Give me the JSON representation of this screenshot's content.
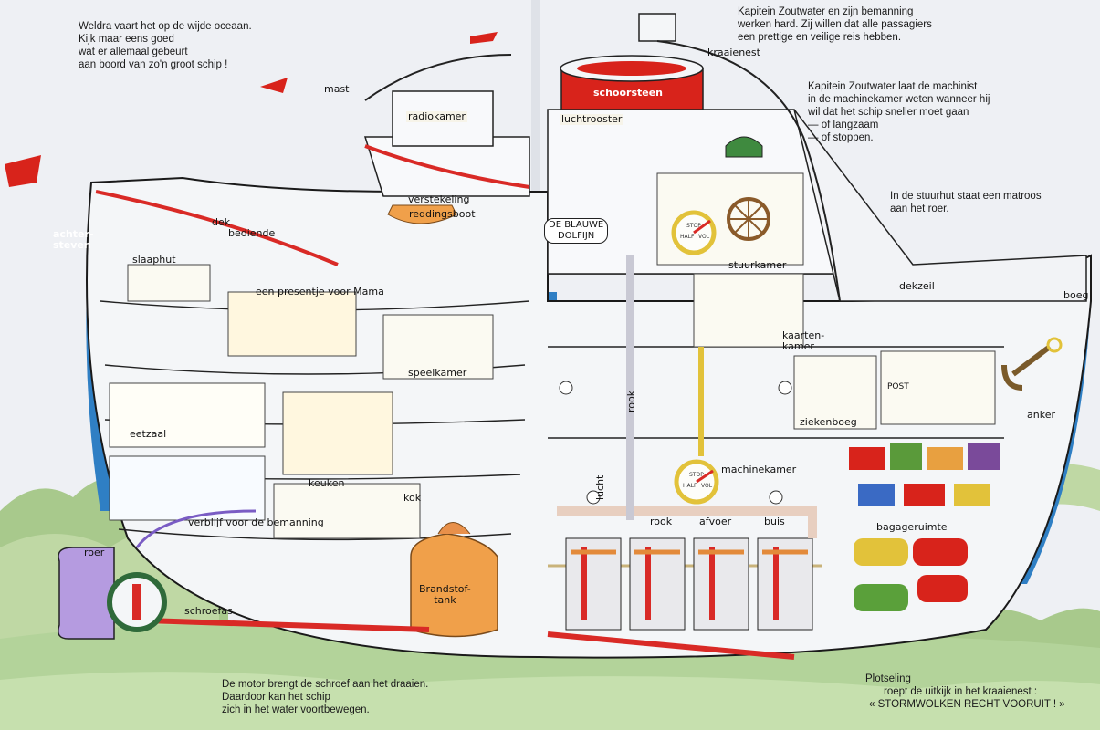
{
  "page": {
    "texts": {
      "intro": [
        "Weldra vaart het op de wijde oceaan.",
        "Kijk maar eens goed",
        "wat er allemaal gebeurt",
        "aan boord van zo'n groot schip !"
      ],
      "captain": [
        "Kapitein Zoutwater en zijn bemanning",
        "werken hard. Zij willen dat alle passagiers",
        "een prettige en veilige reis hebben."
      ],
      "engine_order": [
        "Kapitein Zoutwater laat de machinist",
        "in de machinekamer weten wanneer hij",
        "wil dat het schip sneller moet gaan",
        "— of langzaam",
        "— of stoppen."
      ],
      "wheelhouse": [
        "In de stuurhut staat een matroos",
        "aan het roer."
      ],
      "propeller": [
        "De motor brengt de schroef aan het draaien.",
        "Daardoor kan het schip",
        "zich in het water voortbewegen."
      ],
      "lookout": [
        "Plotseling",
        "roept de uitkijk in het kraaienest :",
        "« STORMWOLKEN RECHT VOORUIT ! »"
      ]
    },
    "labels": {
      "mast": "mast",
      "kraaienest": "kraaienest",
      "radiokamer": "radiokamer",
      "schoorsteen": "schoorsteen",
      "luchtrooster": "luchtrooster",
      "achtersteven": [
        "achter-",
        "steven"
      ],
      "dekbediende": [
        "dek",
        "bediende"
      ],
      "verstekeling": "verstekeling",
      "reddingsboot": "reddingsboot",
      "ship_name": [
        "DE BLAUWE",
        "DOLFIJN"
      ],
      "slaaphut": "slaaphut",
      "presentje": "een presentje voor Mama",
      "speelkamer": "speelkamer",
      "eetzaal": "eetzaal",
      "keuken": "keuken",
      "kok": "kok",
      "verblijf": "verblijf voor de bemanning",
      "roer": "roer",
      "schroefas": "schroefas",
      "brandstoftank": [
        "Brandstof-",
        "tank"
      ],
      "stuurkamer": "stuurkamer",
      "kaartenkamer": [
        "kaarten-",
        "kamer"
      ],
      "dekzeil": "dekzeil",
      "boeg": "boeg",
      "post": "POST",
      "ziekenboeg": "ziekenboeg",
      "anker": "anker",
      "rook": "rook",
      "lucht": "lucht",
      "machinekamer": "machinekamer",
      "rookafvoerbuis": [
        "rook",
        "afvoer",
        "buis"
      ],
      "bagageruimte": "bagageruimte",
      "telegraph_words": [
        "STOP",
        "HALF",
        "VOL"
      ]
    },
    "colors": {
      "sea_blue": "#2f7fc4",
      "hull_white": "#f4f6f8",
      "funnel_red": "#d8231b",
      "wave_green": "#a8c98c",
      "fuel_orange": "#f0a04a",
      "rudder_purple": "#b59be0",
      "pipe_red": "#d92a26",
      "gold": "#e2c23a"
    }
  }
}
